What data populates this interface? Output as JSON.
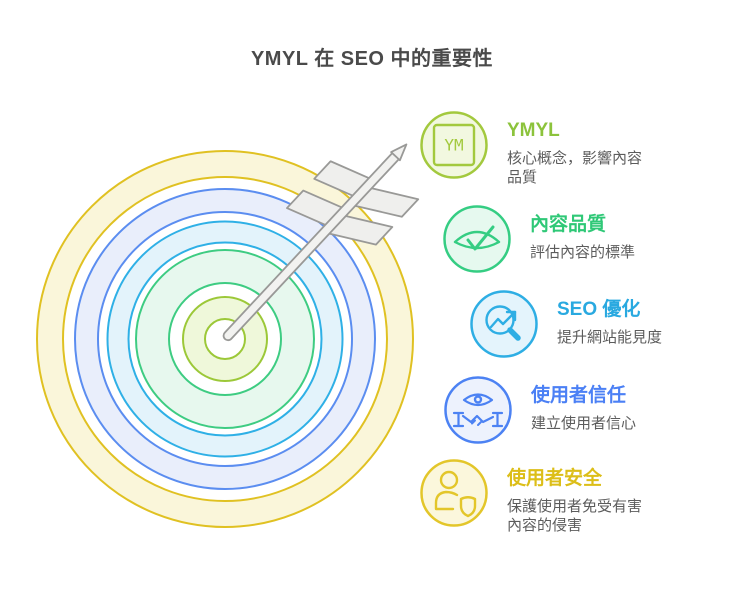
{
  "title": "YMYL 在 SEO 中的重要性",
  "items": [
    {
      "icon": "ym-badge-icon",
      "icon_text": "YM",
      "title": "YMYL",
      "description": "核心概念，影響內容品質",
      "color": "#8cc33c"
    },
    {
      "icon": "eye-check-icon",
      "title": "內容品質",
      "description": "評估內容的標準",
      "color": "#2fc877"
    },
    {
      "icon": "seo-magnifier-icon",
      "title": "SEO 優化",
      "description": "提升網站能見度",
      "color": "#29a9e0"
    },
    {
      "icon": "trust-handshake-icon",
      "title": "使用者信任",
      "description": "建立使用者信心",
      "color": "#4b80f5"
    },
    {
      "icon": "safety-shield-icon",
      "title": "使用者安全",
      "description": "保護使用者免受有害內容的侵害",
      "color": "#dcbe18"
    }
  ],
  "target": {
    "description": "concentric bullseye with arrow",
    "ring_colors": {
      "outer_yellow_stroke": "#e0c122",
      "outer_yellow_fill": "#faf6da",
      "blue_stroke": "#5b8df0",
      "blue_fill": "#e9eefb",
      "cyan_stroke": "#2fb0e6",
      "cyan_fill": "#e3f3fb",
      "green_stroke": "#3ecc82",
      "green_fill": "#e7f8ee",
      "bull_stroke": "#9cc838",
      "bull_fill": "#eff8da"
    },
    "arrow_fill": "#f2f2f0",
    "arrow_stroke": "#999997"
  }
}
